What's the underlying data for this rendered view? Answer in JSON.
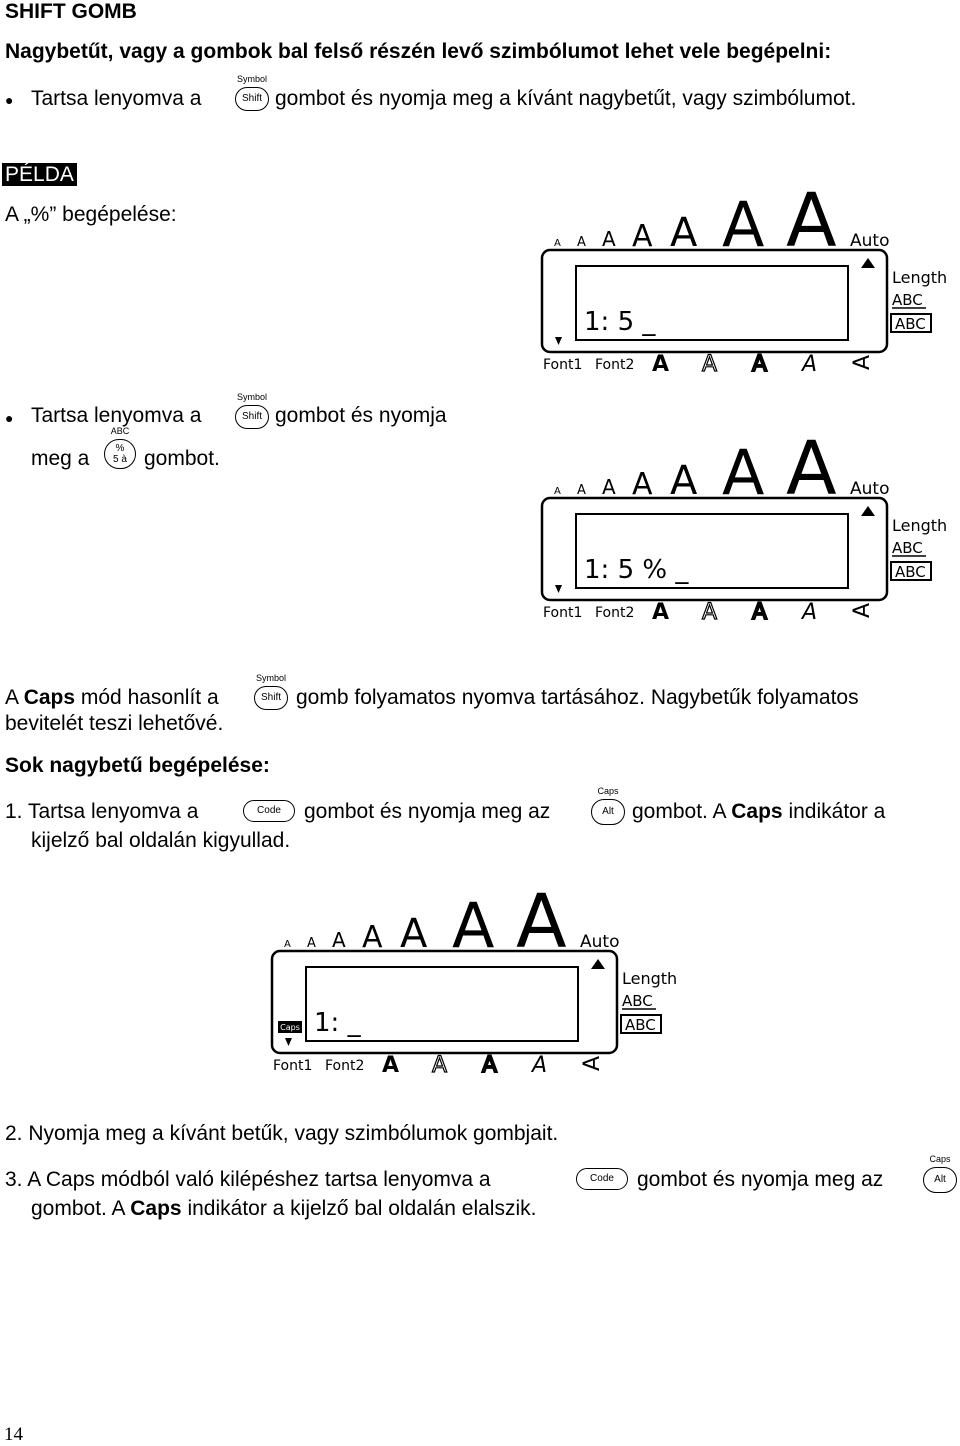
{
  "heading": "SHIFT GOMB",
  "intro": "Nagybetűt, vagy a gombok bal felső részén levő szimbólumot lehet vele begépelni:",
  "bullet1": {
    "pre": "Tartsa lenyomva a",
    "post": "gombot és nyomja meg a kívánt nagybetűt, vagy szimbólumot."
  },
  "example_label": "PÉLDA",
  "example_title": "A „%” begépelése:",
  "bullet2": {
    "line1_pre": "Tartsa lenyomva a",
    "line1_post": "gombot és nyomja",
    "line2_pre": "meg a",
    "line2_post": "gombot."
  },
  "caps_para": {
    "p1": "A ",
    "caps": "Caps",
    "p2": " mód hasonlít a",
    "p3": "gomb folyamatos nyomva tartásához. Nagybetűk folyamatos",
    "line2": "bevitelét teszi lehetővé."
  },
  "sub_heading": "Sok nagybetű begépelése:",
  "step1": {
    "pre": "1. Tartsa lenyomva a",
    "mid": "gombot és nyomja meg az",
    "post_a": "gombot. A ",
    "caps": "Caps",
    "post_b": " indikátor a",
    "line2": "kijelző bal oldalán kigyullad."
  },
  "step2": "2. Nyomja meg a kívánt betűk, vagy szimbólumok gombjait.",
  "step3": {
    "pre": "3. A Caps módból való kilépéshez tartsa lenyomva a",
    "mid": "gombot és nyomja meg az",
    "line2_a": "gombot. A ",
    "caps": "Caps",
    "line2_b": " indikátor a kijelző bal oldalán elalszik."
  },
  "keys": {
    "shift": {
      "top": "Symbol",
      "label": "Shift"
    },
    "percent": {
      "top": "ABC",
      "label1": "%",
      "label2": "5 à"
    },
    "code": {
      "label": "Code"
    },
    "alt": {
      "top": "Caps",
      "label": "Alt"
    }
  },
  "lcd": {
    "size_letters": [
      "A",
      "A",
      "A",
      "A",
      "A",
      "A",
      "A"
    ],
    "auto": "Auto",
    "length": "Length",
    "abc1": "ABC",
    "abc2": "ABC",
    "font1": "Font1",
    "font2": "Font2",
    "style_letters": [
      "A",
      "A",
      "A",
      "A",
      "A"
    ],
    "caps_indicator": "Caps",
    "screen1": "1: 5 _",
    "screen2": "1: 5 % _",
    "screen3": "1: _"
  },
  "page_number": "14"
}
